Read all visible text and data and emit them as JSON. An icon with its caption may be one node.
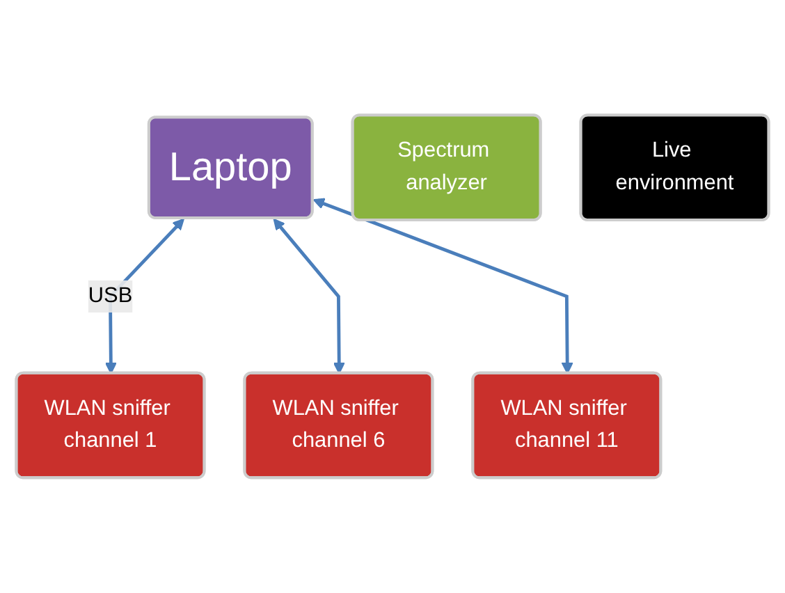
{
  "diagram": {
    "nodes": [
      {
        "text": [
          "Laptop"
        ]
      },
      {
        "text": [
          "Spectrum analyzer"
        ]
      },
      {
        "text": [
          "WLAN sniffer channel 1"
        ]
      },
      {
        "text": [
          "WLAN sniffer channel 6"
        ]
      },
      {
        "text": [
          "WLAN sniffer channel 11"
        ]
      },
      {
        "text": [
          "Live environment"
        ]
      }
    ],
    "edges": [
      {
        "from": 0,
        "to": 2,
        "arrow": "both",
        "label": "USB"
      },
      {
        "from": 0,
        "to": 3,
        "arrow": "both"
      },
      {
        "from": 0,
        "to": 4,
        "arrow": "both"
      }
    ]
  }
}
